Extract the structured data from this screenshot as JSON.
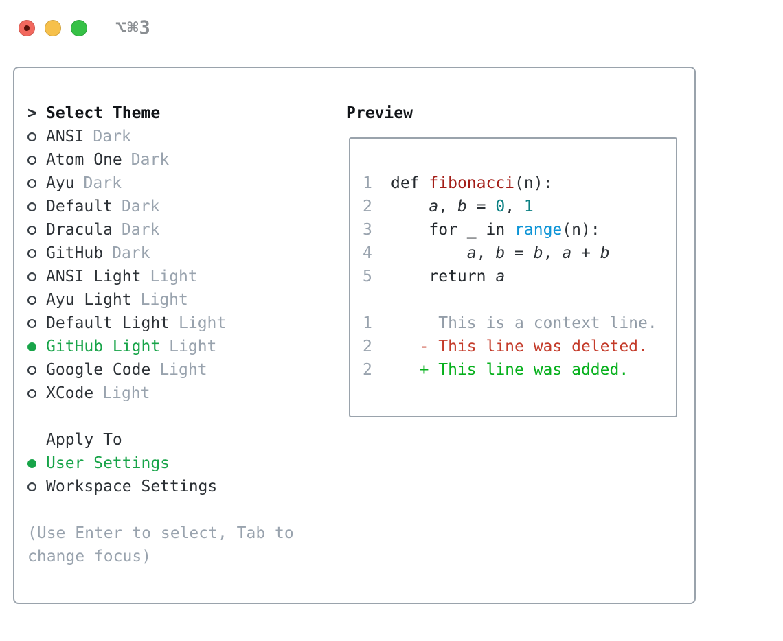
{
  "titlebar": {
    "shortcut": "⌥⌘3",
    "buttons": [
      "close",
      "minimize",
      "zoom"
    ]
  },
  "theme_panel": {
    "prompt": ">",
    "title": "Select Theme",
    "themes": [
      {
        "label": "ANSI",
        "variant": "Dark",
        "selected": false
      },
      {
        "label": "Atom One",
        "variant": "Dark",
        "selected": false
      },
      {
        "label": "Ayu",
        "variant": "Dark",
        "selected": false
      },
      {
        "label": "Default",
        "variant": "Dark",
        "selected": false
      },
      {
        "label": "Dracula",
        "variant": "Dark",
        "selected": false
      },
      {
        "label": "GitHub",
        "variant": "Dark",
        "selected": false
      },
      {
        "label": "ANSI Light",
        "variant": "Light",
        "selected": false
      },
      {
        "label": "Ayu Light",
        "variant": "Light",
        "selected": false
      },
      {
        "label": "Default Light",
        "variant": "Light",
        "selected": false
      },
      {
        "label": "GitHub Light",
        "variant": "Light",
        "selected": true
      },
      {
        "label": "Google Code",
        "variant": "Light",
        "selected": false
      },
      {
        "label": "XCode",
        "variant": "Light",
        "selected": false
      }
    ],
    "apply_to": {
      "title": "Apply To",
      "options": [
        {
          "label": "User Settings",
          "selected": true
        },
        {
          "label": "Workspace Settings",
          "selected": false
        }
      ]
    },
    "hint_line1": "(Use Enter to select, Tab to",
    "hint_line2": "change focus)"
  },
  "preview": {
    "title": "Preview",
    "lines": [
      {
        "num": "1",
        "tokens": [
          {
            "text": "def",
            "type": "keyword"
          },
          {
            "text": " ",
            "type": "plain"
          },
          {
            "text": "fibonacci",
            "type": "function"
          },
          {
            "text": "(n):",
            "type": "plain"
          }
        ]
      },
      {
        "num": "2",
        "tokens": [
          {
            "text": "    ",
            "type": "plain"
          },
          {
            "text": "a",
            "type": "variable"
          },
          {
            "text": ", ",
            "type": "plain"
          },
          {
            "text": "b",
            "type": "variable"
          },
          {
            "text": " = ",
            "type": "plain"
          },
          {
            "text": "0",
            "type": "number"
          },
          {
            "text": ", ",
            "type": "plain"
          },
          {
            "text": "1",
            "type": "number"
          }
        ]
      },
      {
        "num": "3",
        "tokens": [
          {
            "text": "    ",
            "type": "plain"
          },
          {
            "text": "for",
            "type": "keyword"
          },
          {
            "text": " _ ",
            "type": "plain"
          },
          {
            "text": "in",
            "type": "keyword"
          },
          {
            "text": " ",
            "type": "plain"
          },
          {
            "text": "range",
            "type": "builtin"
          },
          {
            "text": "(n):",
            "type": "plain"
          }
        ]
      },
      {
        "num": "4",
        "tokens": [
          {
            "text": "        ",
            "type": "plain"
          },
          {
            "text": "a",
            "type": "variable"
          },
          {
            "text": ", ",
            "type": "plain"
          },
          {
            "text": "b",
            "type": "variable"
          },
          {
            "text": " = ",
            "type": "plain"
          },
          {
            "text": "b",
            "type": "variable"
          },
          {
            "text": ", ",
            "type": "plain"
          },
          {
            "text": "a",
            "type": "variable"
          },
          {
            "text": " + ",
            "type": "plain"
          },
          {
            "text": "b",
            "type": "variable"
          }
        ]
      },
      {
        "num": "5",
        "tokens": [
          {
            "text": "    ",
            "type": "plain"
          },
          {
            "text": "return",
            "type": "keyword"
          },
          {
            "text": " ",
            "type": "plain"
          },
          {
            "text": "a",
            "type": "variable"
          }
        ]
      },
      {
        "num": "",
        "tokens": []
      },
      {
        "num": "1",
        "tokens": [
          {
            "text": "     This is a context line.",
            "type": "context"
          }
        ]
      },
      {
        "num": "2",
        "tokens": [
          {
            "text": "   - This line was deleted.",
            "type": "deleted"
          }
        ]
      },
      {
        "num": "2",
        "tokens": [
          {
            "text": "   + This line was added.",
            "type": "added"
          }
        ]
      }
    ]
  },
  "colors": {
    "accent_green": "#18a449",
    "border_gray": "#9aa3ac",
    "text_primary": "#2c3136",
    "text_muted": "#99a3ae",
    "syntax_function_red": "#a31d17",
    "syntax_number_teal": "#0b8083",
    "syntax_builtin_blue": "#0d94d6",
    "diff_deleted_red": "#c43b2a",
    "diff_added_green": "#06b01c",
    "traffic_red": "#f2685e",
    "traffic_yellow": "#f6c04b",
    "traffic_green": "#36c146"
  }
}
